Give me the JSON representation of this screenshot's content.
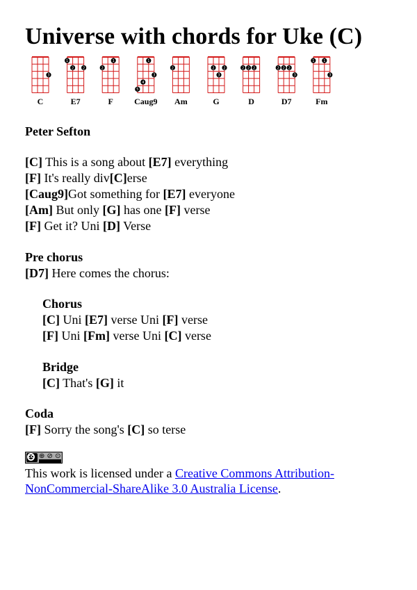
{
  "title": "Universe with chords for Uke (C)",
  "author": "Peter Sefton",
  "chords": [
    {
      "name": "C",
      "frets": [
        0,
        0,
        0,
        3
      ]
    },
    {
      "name": "E7",
      "frets": [
        1,
        2,
        0,
        2
      ]
    },
    {
      "name": "F",
      "frets": [
        2,
        0,
        1,
        0
      ]
    },
    {
      "name": "Caug9",
      "frets": [
        5,
        4,
        1,
        3
      ]
    },
    {
      "name": "Am",
      "frets": [
        2,
        0,
        0,
        0
      ]
    },
    {
      "name": "G",
      "frets": [
        0,
        2,
        3,
        2
      ]
    },
    {
      "name": "D",
      "frets": [
        2,
        2,
        2,
        0
      ]
    },
    {
      "name": "D7",
      "frets": [
        2,
        2,
        2,
        3
      ]
    },
    {
      "name": "Fm",
      "frets": [
        1,
        0,
        1,
        3
      ]
    }
  ],
  "verse": [
    [
      {
        "c": "[C]"
      },
      {
        "t": " This is a song about "
      },
      {
        "c": "[E7]"
      },
      {
        "t": " everything"
      }
    ],
    [
      {
        "c": "[F]"
      },
      {
        "t": " It's really div"
      },
      {
        "c": "[C]"
      },
      {
        "t": "erse"
      }
    ],
    [
      {
        "c": "[Caug9]"
      },
      {
        "t": "Got something for "
      },
      {
        "c": "[E7]"
      },
      {
        "t": " everyone"
      }
    ],
    [
      {
        "c": "[Am]"
      },
      {
        "t": " But only "
      },
      {
        "c": "[G]"
      },
      {
        "t": " has one "
      },
      {
        "c": "[F]"
      },
      {
        "t": " verse"
      }
    ],
    [
      {
        "c": "[F]"
      },
      {
        "t": " Get it? Uni "
      },
      {
        "c": "[D]"
      },
      {
        "t": " Verse"
      }
    ]
  ],
  "prechorus": {
    "title": "Pre chorus",
    "lines": [
      [
        {
          "c": "[D7]"
        },
        {
          "t": " Here comes the chorus:"
        }
      ]
    ]
  },
  "chorus": {
    "title": "Chorus",
    "lines": [
      [
        {
          "c": "[C]"
        },
        {
          "t": " Uni "
        },
        {
          "c": "[E7]"
        },
        {
          "t": " verse Uni "
        },
        {
          "c": "[F]"
        },
        {
          "t": " verse"
        }
      ],
      [
        {
          "c": "[F]"
        },
        {
          "t": " Uni "
        },
        {
          "c": "[Fm]"
        },
        {
          "t": " verse Uni "
        },
        {
          "c": "[C]"
        },
        {
          "t": " verse"
        }
      ]
    ]
  },
  "bridge": {
    "title": "Bridge",
    "lines": [
      [
        {
          "c": "[C]"
        },
        {
          "t": " That's "
        },
        {
          "c": "[G]"
        },
        {
          "t": " it"
        }
      ]
    ]
  },
  "coda": {
    "title": "Coda",
    "lines": [
      [
        {
          "c": "[F]"
        },
        {
          "t": " Sorry the song's "
        },
        {
          "c": "[C]"
        },
        {
          "t": " so terse"
        }
      ]
    ]
  },
  "license": {
    "badge_text": "cc",
    "badge_icons": "BY NC SA",
    "prefix": "This work is licensed under a ",
    "link_line1": "Creative Commons Attribution-",
    "link_line2": "NonCommercial-ShareAlike 3.0 Australia License",
    "suffix": "."
  },
  "colors": {
    "grid_red": "#d41818",
    "dot": "#000000",
    "link": "#0000ee"
  }
}
